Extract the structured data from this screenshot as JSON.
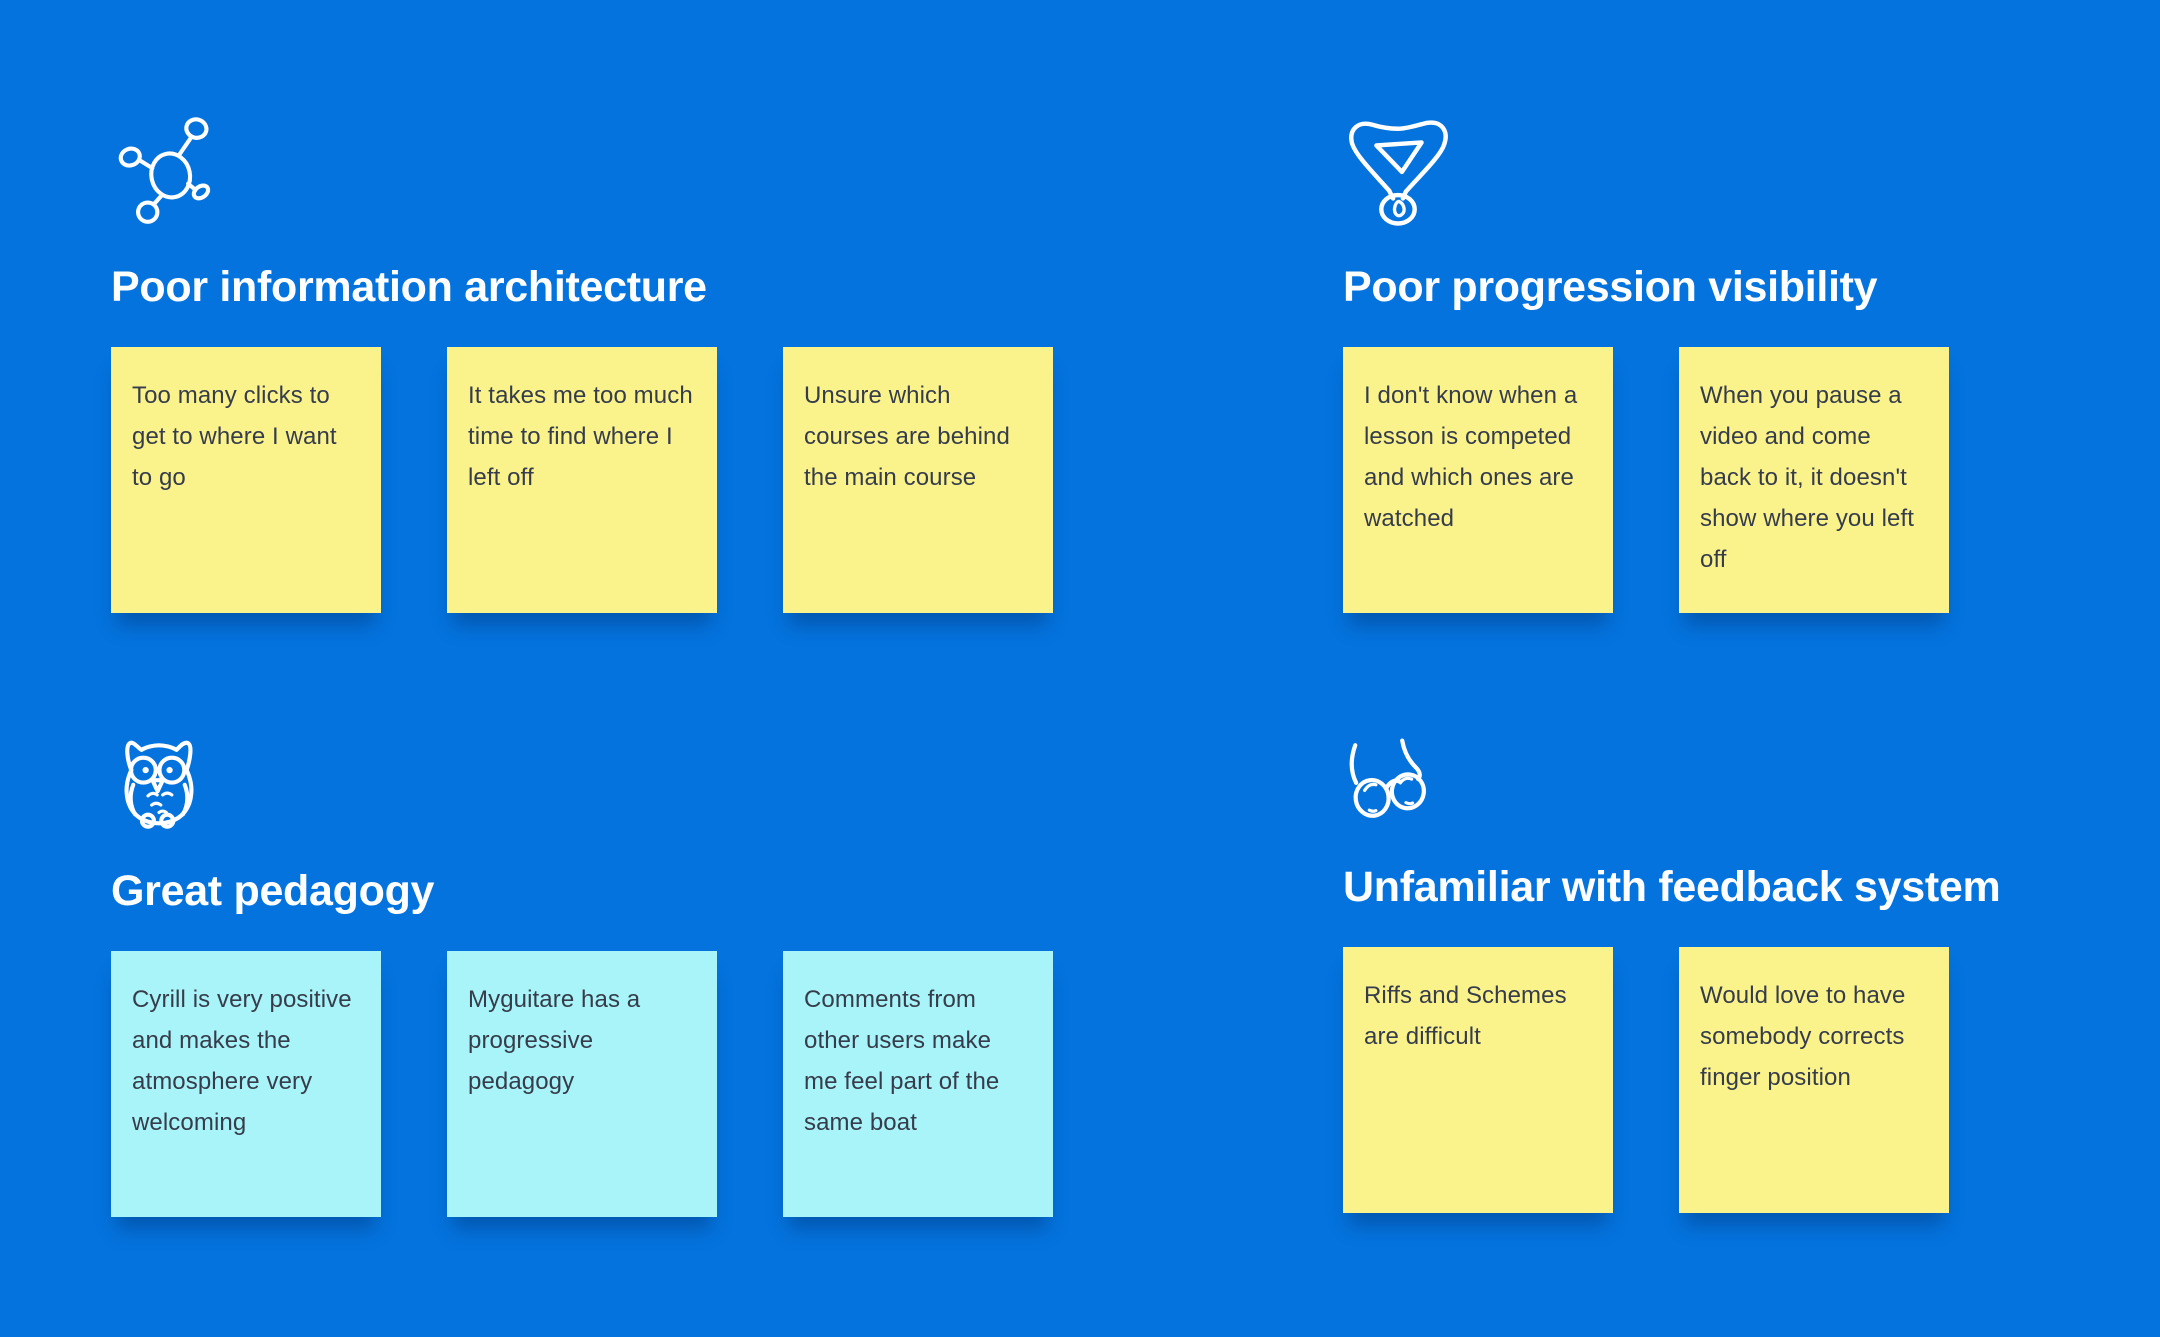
{
  "page": {
    "background": "#0473de"
  },
  "colors": {
    "note_yellow": "#faf38c",
    "note_cyan": "#a8f4f8",
    "note_text": "#363c4b",
    "heading_text": "#ffffff",
    "icon_stroke": "#ffffff"
  },
  "groups": [
    {
      "id": "poor-information-architecture",
      "icon": "network-icon",
      "title": "Poor information architecture",
      "note_color": "#faf38c",
      "notes": [
        "Too many clicks to get to where I want to go",
        "It takes me too much time to find where I left off",
        "Unsure which courses are behind the main course"
      ]
    },
    {
      "id": "poor-progression-visibility",
      "icon": "medal-icon",
      "title": "Poor progression visibility",
      "note_color": "#faf38c",
      "notes": [
        "I don't know when a lesson is competed and which ones are watched",
        "When you pause a video and come back to it, it doesn't show where you left off"
      ]
    },
    {
      "id": "great-pedagogy",
      "icon": "owl-icon",
      "title": "Great pedagogy",
      "note_color": "#a8f4f8",
      "notes": [
        "Cyrill is very positive and makes the atmosphere very welcoming",
        "Myguitare has a progressive pedagogy",
        "Comments from other users make me feel part of the same boat"
      ]
    },
    {
      "id": "unfamiliar-with-feedback-system",
      "icon": "glasses-icon",
      "title": "Unfamiliar with feedback system",
      "note_color": "#faf38c",
      "notes": [
        "Riffs and Schemes are difficult",
        "Would love to have somebody corrects finger position"
      ]
    }
  ]
}
